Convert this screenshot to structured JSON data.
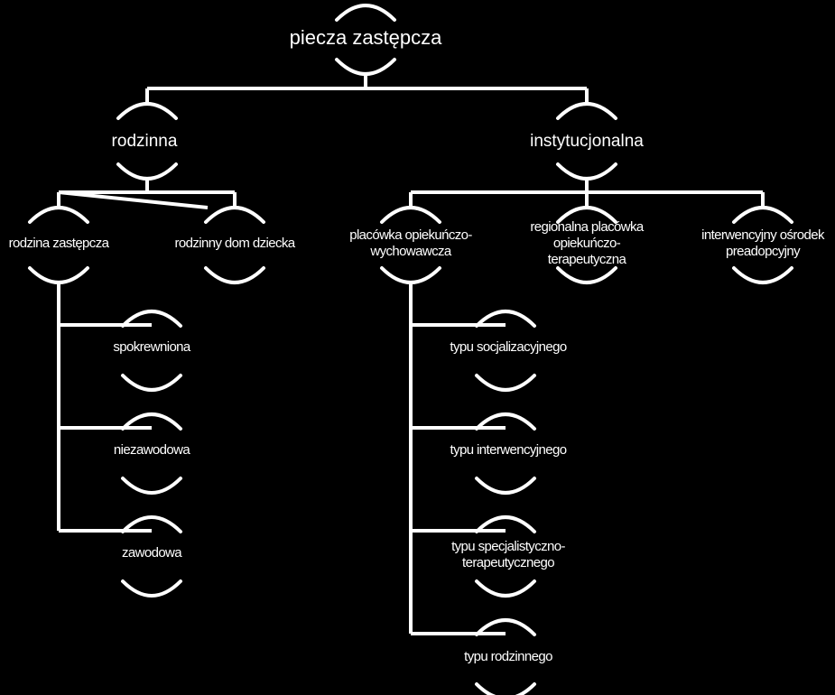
{
  "colors": {
    "background": "#000000",
    "line": "#ffffff",
    "text": "#ffffff"
  },
  "root": "piecza zastępcza",
  "branches": {
    "family": {
      "label": "rodzinna",
      "children": {
        "foster_family": {
          "label": "rodzina zastępcza",
          "subtypes": [
            "spokrewniona",
            "niezawodowa",
            "zawodowa"
          ]
        },
        "family_home": {
          "label": "rodzinny dom dziecka"
        }
      }
    },
    "institutional": {
      "label": "instytucjonalna",
      "children": {
        "care_facility": {
          "label": "placówka opiekuńczo-wychowawcza",
          "subtypes": [
            "typu socjalizacyjnego",
            "typu interwencyjnego",
            "typu specjalistyczno-terapeutycznego",
            "typu rodzinnego"
          ]
        },
        "regional_facility": {
          "label": "regionalna placówka opiekuńczo-terapeutyczna"
        },
        "intervention_center": {
          "label": "interwencyjny ośrodek preadopcyjny"
        }
      }
    }
  }
}
